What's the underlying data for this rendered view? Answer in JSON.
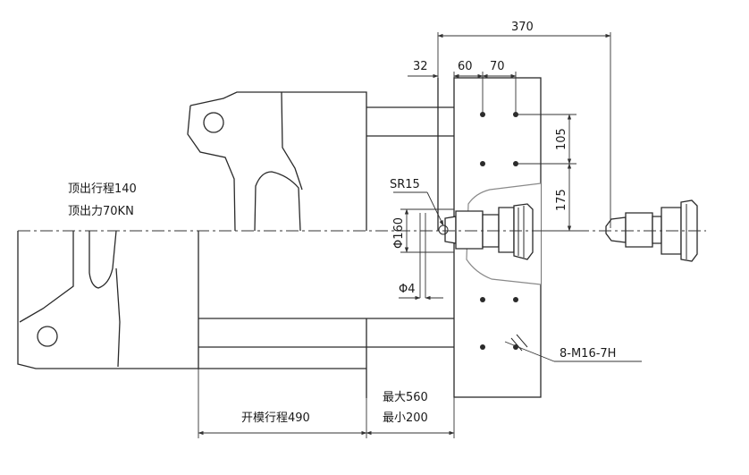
{
  "labels": {
    "ejector_stroke": "顶出行程140",
    "ejector_force": "顶出力70KN",
    "dim_370": "370",
    "dim_32": "32",
    "dim_60": "60",
    "dim_70": "70",
    "sr15": "SR15",
    "phi160": "Φ160",
    "phi4": "Φ4",
    "dim_105": "105",
    "dim_175": "175",
    "bolt_spec": "8-M16-7H",
    "max_mold": "最大560",
    "min_mold": "最小200",
    "opening_stroke": "开模行程490"
  },
  "colors": {
    "line": "#2a2a2a",
    "secondary_line": "#8a8a8a",
    "background": "#ffffff"
  }
}
